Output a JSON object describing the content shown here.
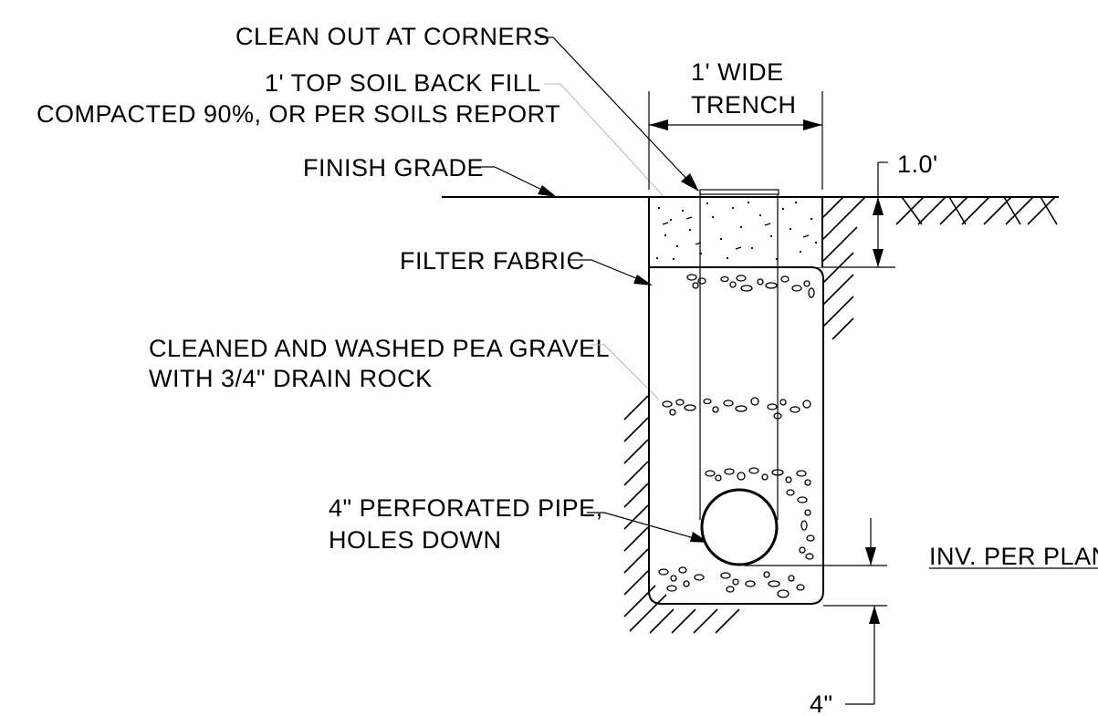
{
  "labels": {
    "clean_out": "CLEAN OUT AT CORNERS",
    "top_soil_line1": "1' TOP SOIL BACK FILL",
    "top_soil_line2": "COMPACTED 90%, OR PER SOILS REPORT",
    "finish_grade": "FINISH GRADE",
    "filter_fabric": "FILTER FABRIC",
    "gravel_line1": "CLEANED AND WASHED PEA GRAVEL",
    "gravel_line2": "WITH 3/4\" DRAIN ROCK",
    "pipe_line1": "4\" PERFORATED PIPE,",
    "pipe_line2": "HOLES DOWN",
    "trench_width_line1": "1' WIDE",
    "trench_width_line2": "TRENCH",
    "top_soil_depth": "1.0'",
    "invert": "INV. PER PLAN",
    "bottom_depth": "4\""
  }
}
